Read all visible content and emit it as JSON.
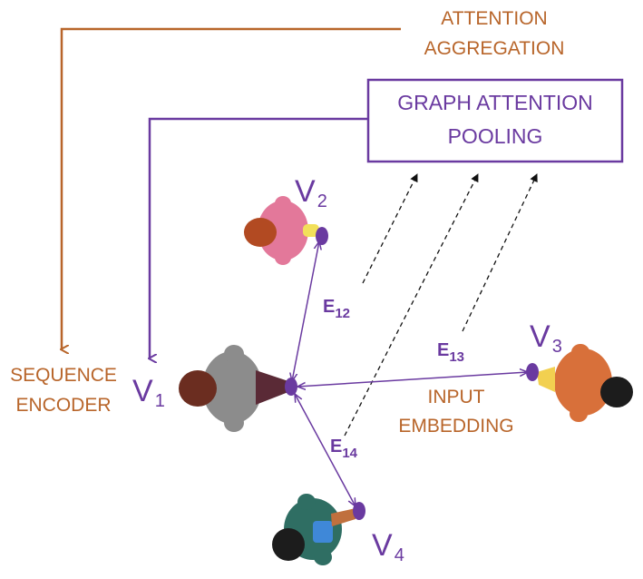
{
  "labels": {
    "attention_aggregation": [
      "ATTENTION",
      "AGGREGATION"
    ],
    "graph_attention_pooling": [
      "GRAPH ATTENTION",
      "POOLING"
    ],
    "sequence_encoder": [
      "SEQUENCE",
      "ENCODER"
    ],
    "input_embedding": [
      "INPUT",
      "EMBEDDING"
    ]
  },
  "nodes": {
    "v1": {
      "main": "V",
      "sub": "1"
    },
    "v2": {
      "main": "V",
      "sub": "2"
    },
    "v3": {
      "main": "V",
      "sub": "3"
    },
    "v4": {
      "main": "V",
      "sub": "4"
    }
  },
  "edges": {
    "e12": {
      "main": "E",
      "sub": "12"
    },
    "e13": {
      "main": "E",
      "sub": "13"
    },
    "e14": {
      "main": "E",
      "sub": "14"
    }
  },
  "colors": {
    "orange": "#b8652a",
    "purple": "#6a3aa0"
  }
}
